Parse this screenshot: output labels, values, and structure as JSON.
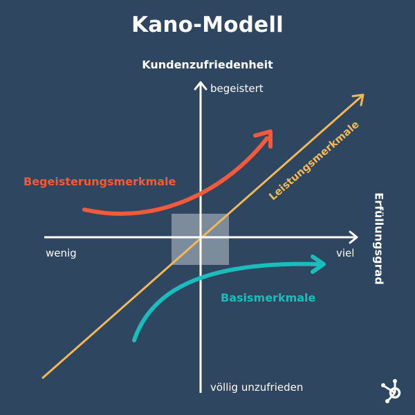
{
  "title": "Kano-Modell",
  "y_axis": {
    "label": "Kundenzufriedenheit",
    "top_end": "begeistert",
    "bottom_end": "völlig unzufrieden"
  },
  "x_axis": {
    "label": "Erfüllungsgrad",
    "left_end": "wenig",
    "right_end": "viel"
  },
  "curves": {
    "begeisterung": {
      "label": "Begeisterungsmerkmale",
      "color": "#f15a3a"
    },
    "leistung": {
      "label": "Leistungsmerkmale",
      "color": "#f4b956"
    },
    "basis": {
      "label": "Basismerkmale",
      "color": "#1bbcbc"
    }
  },
  "colors": {
    "background": "#2e4660",
    "axis": "#ffffff"
  },
  "logo": {
    "icon": "hubspot-sprocket-icon"
  }
}
